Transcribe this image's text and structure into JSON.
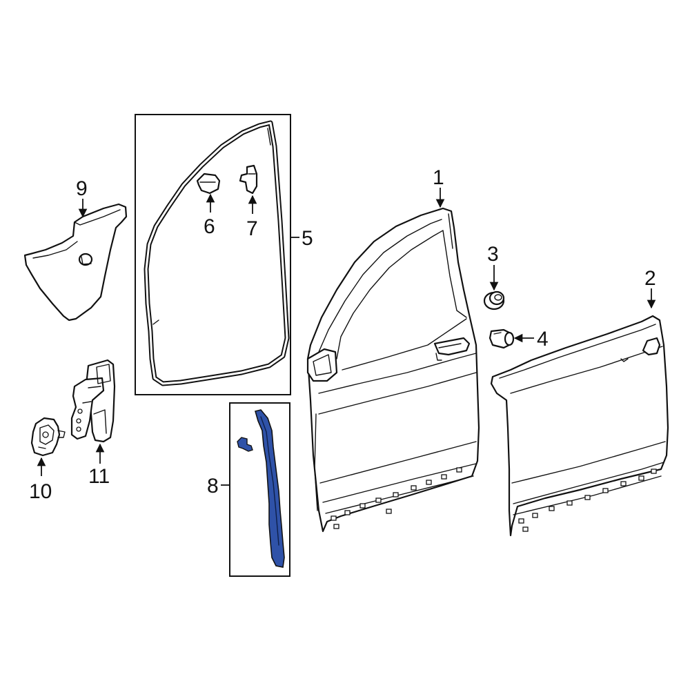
{
  "diagram": {
    "highlight_color": "#2f52a8",
    "line_color": "#111111",
    "background_color": "#ffffff",
    "callouts": [
      {
        "id": "1",
        "label": "1"
      },
      {
        "id": "2",
        "label": "2"
      },
      {
        "id": "3",
        "label": "3"
      },
      {
        "id": "4",
        "label": "4"
      },
      {
        "id": "5",
        "label": "5"
      },
      {
        "id": "6",
        "label": "6"
      },
      {
        "id": "7",
        "label": "7"
      },
      {
        "id": "8",
        "label": "8"
      },
      {
        "id": "9",
        "label": "9"
      },
      {
        "id": "10",
        "label": "10"
      },
      {
        "id": "11",
        "label": "11"
      }
    ]
  }
}
